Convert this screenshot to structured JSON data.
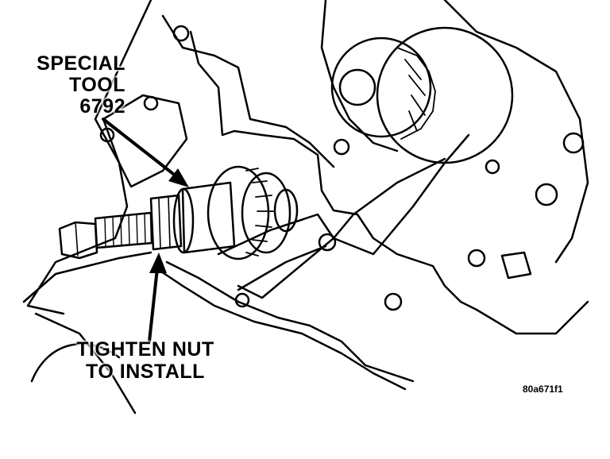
{
  "callouts": {
    "special_tool_line1": "SPECIAL",
    "special_tool_line2": "TOOL",
    "special_tool_line3": "6792",
    "tighten_line1": "TIGHTEN NUT",
    "tighten_line2": "TO INSTALL"
  },
  "figure_id": "80a671f1",
  "colors": {
    "ink": "#000000",
    "paper": "#ffffff"
  }
}
